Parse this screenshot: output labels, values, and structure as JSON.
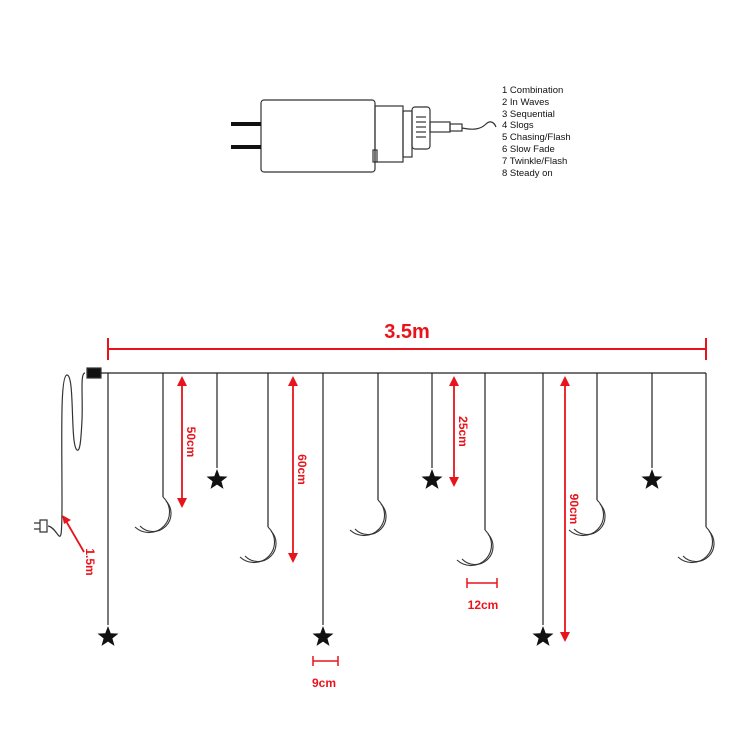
{
  "modes": [
    "1 Combination",
    "2 In Waves",
    "3 Sequential",
    "4 Slogs",
    "5 Chasing/Flash",
    "6 Slow Fade",
    "7 Twinkle/Flash",
    "8 Steady on"
  ],
  "dimensions": {
    "total_length": "3.5m",
    "cable_length": "1.5m",
    "drop_50": "50cm",
    "drop_60": "60cm",
    "drop_25": "25cm",
    "drop_90": "90cm",
    "moon_width": "12cm",
    "star_width": "9cm"
  },
  "colors": {
    "annotation": "#e8141b",
    "line": "#222222"
  },
  "strands": [
    "star",
    "moon",
    "star",
    "moon",
    "star",
    "moon",
    "star",
    "moon",
    "star",
    "moon",
    "star",
    "moon"
  ]
}
